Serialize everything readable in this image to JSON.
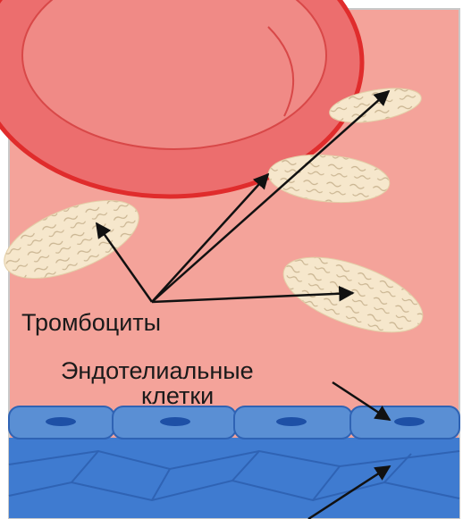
{
  "labels": {
    "platelets": "Тромбоциты",
    "endothelial_line1": "Эндотелиальные",
    "endothelial_line2": "клетки"
  },
  "colors": {
    "plasma": "#f4a39a",
    "red_cell_fill": "#ec6e6e",
    "red_cell_edge": "#e02c2c",
    "platelet_fill": "#f6e7cc",
    "endothelium": "#5a8fd4",
    "endothelium_dark": "#3a6fbf",
    "arrow": "#111111"
  },
  "icons": {
    "red_cell": "red-blood-cell-icon",
    "platelet": "platelet-icon",
    "endothelial_cell": "endothelial-cell-icon"
  }
}
